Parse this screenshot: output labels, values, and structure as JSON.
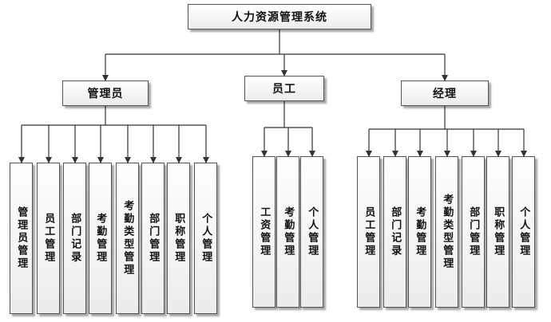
{
  "root": {
    "label": "人力资源管理系统"
  },
  "groups": [
    {
      "label": "管理员",
      "items": [
        "管理员管理",
        "员工管理",
        "部门记录",
        "考勤管理",
        "考勤类型管理",
        "部门管理",
        "职称管理",
        "个人管理"
      ]
    },
    {
      "label": "员工",
      "items": [
        "工资管理",
        "考勤管理",
        "个人管理"
      ]
    },
    {
      "label": "经理",
      "items": [
        "员工管理",
        "部门记录",
        "考勤管理",
        "考勤类型管理",
        "部门管理",
        "职称管理",
        "个人管理"
      ]
    }
  ]
}
